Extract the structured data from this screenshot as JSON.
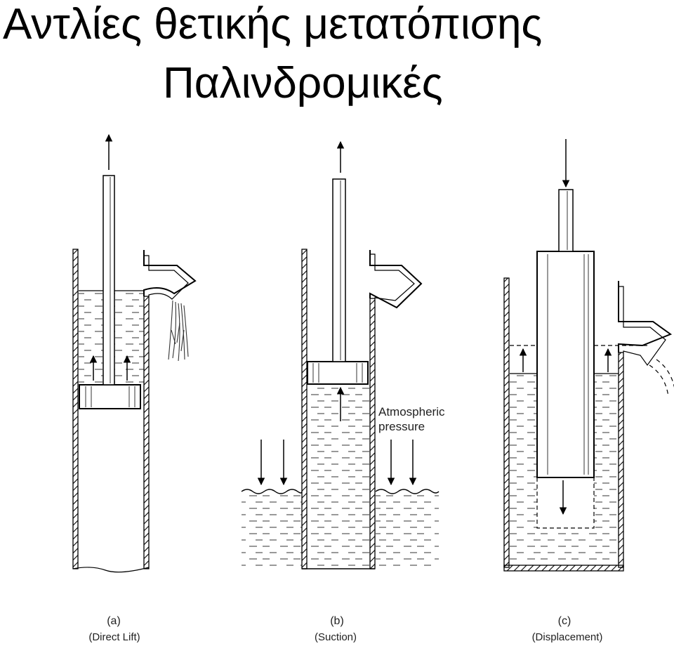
{
  "title": {
    "line1": "Αντλίες θετικής μετατόπισης",
    "line2": "Παλινδρομικές"
  },
  "diagram": {
    "annotation": "Atmospheric pressure",
    "panels": [
      {
        "letter": "(a)",
        "caption": "(Direct Lift)"
      },
      {
        "letter": "(b)",
        "caption": "(Suction)"
      },
      {
        "letter": "(c)",
        "caption": "(Displacement)"
      }
    ]
  }
}
